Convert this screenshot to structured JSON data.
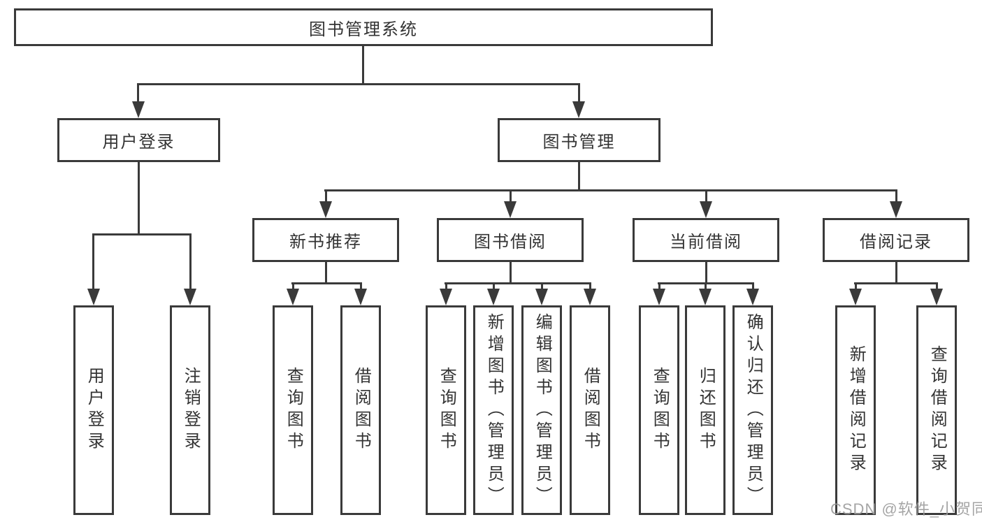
{
  "tree": {
    "root": {
      "label": "图书管理系统"
    },
    "branches": [
      {
        "label": "用户登录",
        "children": [
          {
            "label": "用户登录"
          },
          {
            "label": "注销登录"
          }
        ]
      },
      {
        "label": "图书管理",
        "children": [
          {
            "label": "新书推荐",
            "children": [
              {
                "label": "查询图书"
              },
              {
                "label": "借阅图书"
              }
            ]
          },
          {
            "label": "图书借阅",
            "children": [
              {
                "label": "查询图书"
              },
              {
                "label": "新增图书（管理员）"
              },
              {
                "label": "编辑图书（管理员）"
              },
              {
                "label": "借阅图书"
              }
            ]
          },
          {
            "label": "当前借阅",
            "children": [
              {
                "label": "查询图书"
              },
              {
                "label": "归还图书"
              },
              {
                "label": "确认归还（管理员）"
              }
            ]
          },
          {
            "label": "借阅记录",
            "children": [
              {
                "label": "新增借阅记录"
              },
              {
                "label": "查询借阅记录"
              }
            ]
          }
        ]
      }
    ]
  },
  "watermark": {
    "text": "CSDN @软件_小贺同学"
  },
  "colors": {
    "line": "#3a3a3a",
    "text": "#333333",
    "watermark": "#9b9b9b",
    "background": "#ffffff"
  }
}
